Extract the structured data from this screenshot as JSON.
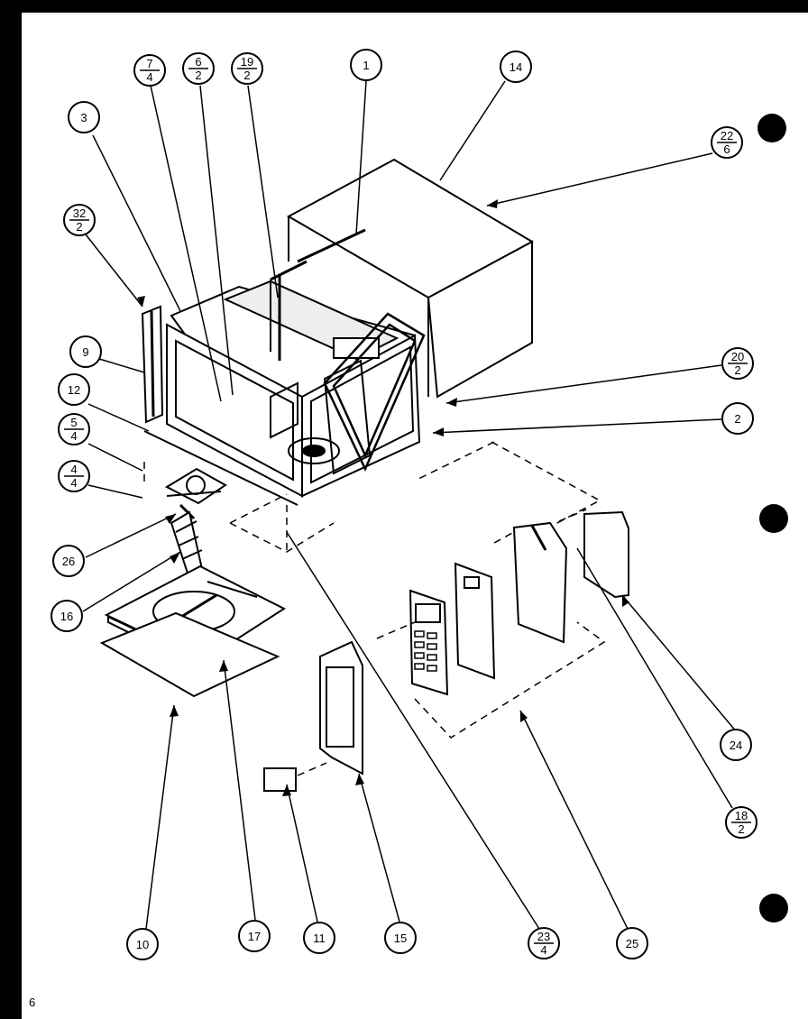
{
  "page_number": "6",
  "callouts": [
    {
      "id": "c7",
      "top": "7",
      "bottom": "4"
    },
    {
      "id": "c6",
      "top": "6",
      "bottom": "2"
    },
    {
      "id": "c19",
      "top": "19",
      "bottom": "2"
    },
    {
      "id": "c1",
      "top": "1",
      "bottom": ""
    },
    {
      "id": "c14",
      "top": "14",
      "bottom": ""
    },
    {
      "id": "c3",
      "top": "3",
      "bottom": ""
    },
    {
      "id": "c22a",
      "top": "22",
      "bottom": "6"
    },
    {
      "id": "c32",
      "top": "32",
      "bottom": "2"
    },
    {
      "id": "c9",
      "top": "9",
      "bottom": ""
    },
    {
      "id": "c20",
      "top": "20",
      "bottom": "2"
    },
    {
      "id": "c12",
      "top": "12",
      "bottom": ""
    },
    {
      "id": "c2",
      "top": "2",
      "bottom": ""
    },
    {
      "id": "c5",
      "top": "5",
      "bottom": "4"
    },
    {
      "id": "c4",
      "top": "4",
      "bottom": "4"
    },
    {
      "id": "c26",
      "top": "26",
      "bottom": ""
    },
    {
      "id": "c16",
      "top": "16",
      "bottom": ""
    },
    {
      "id": "c24",
      "top": "24",
      "bottom": ""
    },
    {
      "id": "c18",
      "top": "18",
      "bottom": "2"
    },
    {
      "id": "c10",
      "top": "10",
      "bottom": ""
    },
    {
      "id": "c17",
      "top": "17",
      "bottom": ""
    },
    {
      "id": "c11",
      "top": "11",
      "bottom": ""
    },
    {
      "id": "c15",
      "top": "15",
      "bottom": ""
    },
    {
      "id": "c23",
      "top": "23",
      "bottom": "4"
    },
    {
      "id": "c25",
      "top": "25",
      "bottom": ""
    }
  ]
}
